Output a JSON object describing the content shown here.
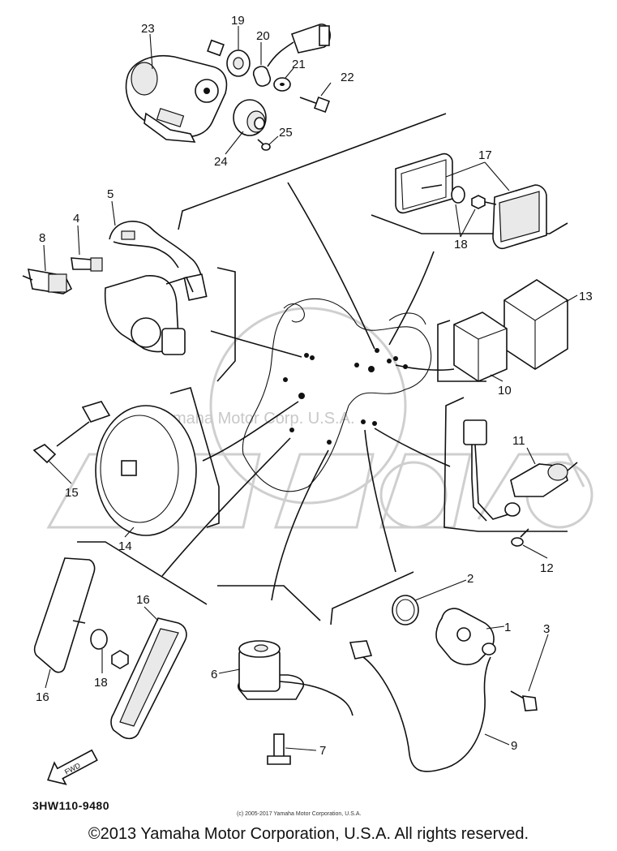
{
  "watermark": {
    "text": "Yamaha Motor Corp. U.S.A."
  },
  "callouts": {
    "c1": "1",
    "c2": "2",
    "c3": "3",
    "c4": "4",
    "c5": "5",
    "c6": "6",
    "c7": "7",
    "c8": "8",
    "c9": "9",
    "c10": "10",
    "c11": "11",
    "c12": "12",
    "c13": "13",
    "c14": "14",
    "c15": "15",
    "c16a": "16",
    "c16b": "16",
    "c17": "17",
    "c18a": "18",
    "c18b": "18",
    "c19": "19",
    "c20": "20",
    "c21": "21",
    "c22": "22",
    "c23": "23",
    "c24": "24",
    "c25": "25"
  },
  "front_arrow": {
    "label": "FWD"
  },
  "diagram_code": "3HW110-9480",
  "small_copyright": "(c) 2005-2017 Yamaha Motor Corporation, U.S.A.",
  "footer_copyright": "©2013 Yamaha Motor Corporation, U.S.A. All rights reserved."
}
